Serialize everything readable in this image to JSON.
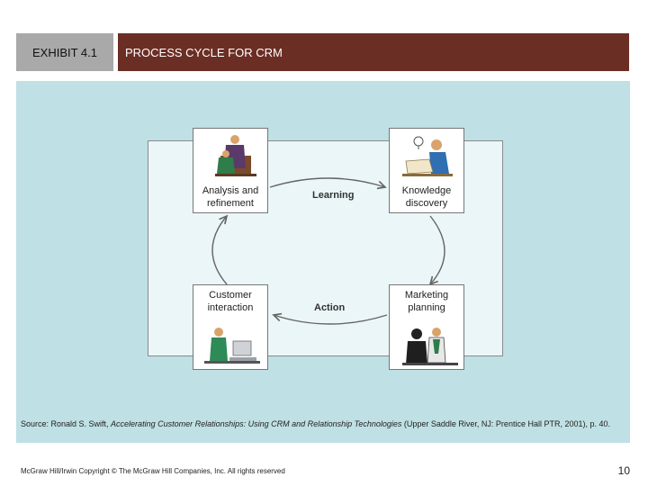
{
  "header": {
    "exhibit": "EXHIBIT 4.1",
    "title": "PROCESS CYCLE FOR CRM"
  },
  "diagram": {
    "nodes": {
      "analysis": {
        "line1": "Analysis and",
        "line2": "refinement"
      },
      "knowledge": {
        "line1": "Knowledge",
        "line2": "discovery"
      },
      "customer": {
        "line1": "Customer",
        "line2": "interaction"
      },
      "marketing": {
        "line1": "Marketing",
        "line2": "planning"
      }
    },
    "flows": {
      "learning": "Learning",
      "action": "Action"
    },
    "colors": {
      "panel": "#bfe0e4",
      "inner": "#ebf6f8",
      "header": "#6b2e24",
      "exhibit": "#a9a9a9"
    }
  },
  "source": {
    "prefix": "Source: Ronald S. Swift, ",
    "book": "Accelerating Customer Relationships: Using CRM and Relationship Technologies",
    "suffix": " (Upper Saddle River, NJ: Prentice Hall PTR, 2001), p. 40."
  },
  "footer": {
    "copyright": "McGraw Hill/Irwin  Copyright © The McGraw Hill Companies, Inc. All rights reserved",
    "page": "10"
  }
}
